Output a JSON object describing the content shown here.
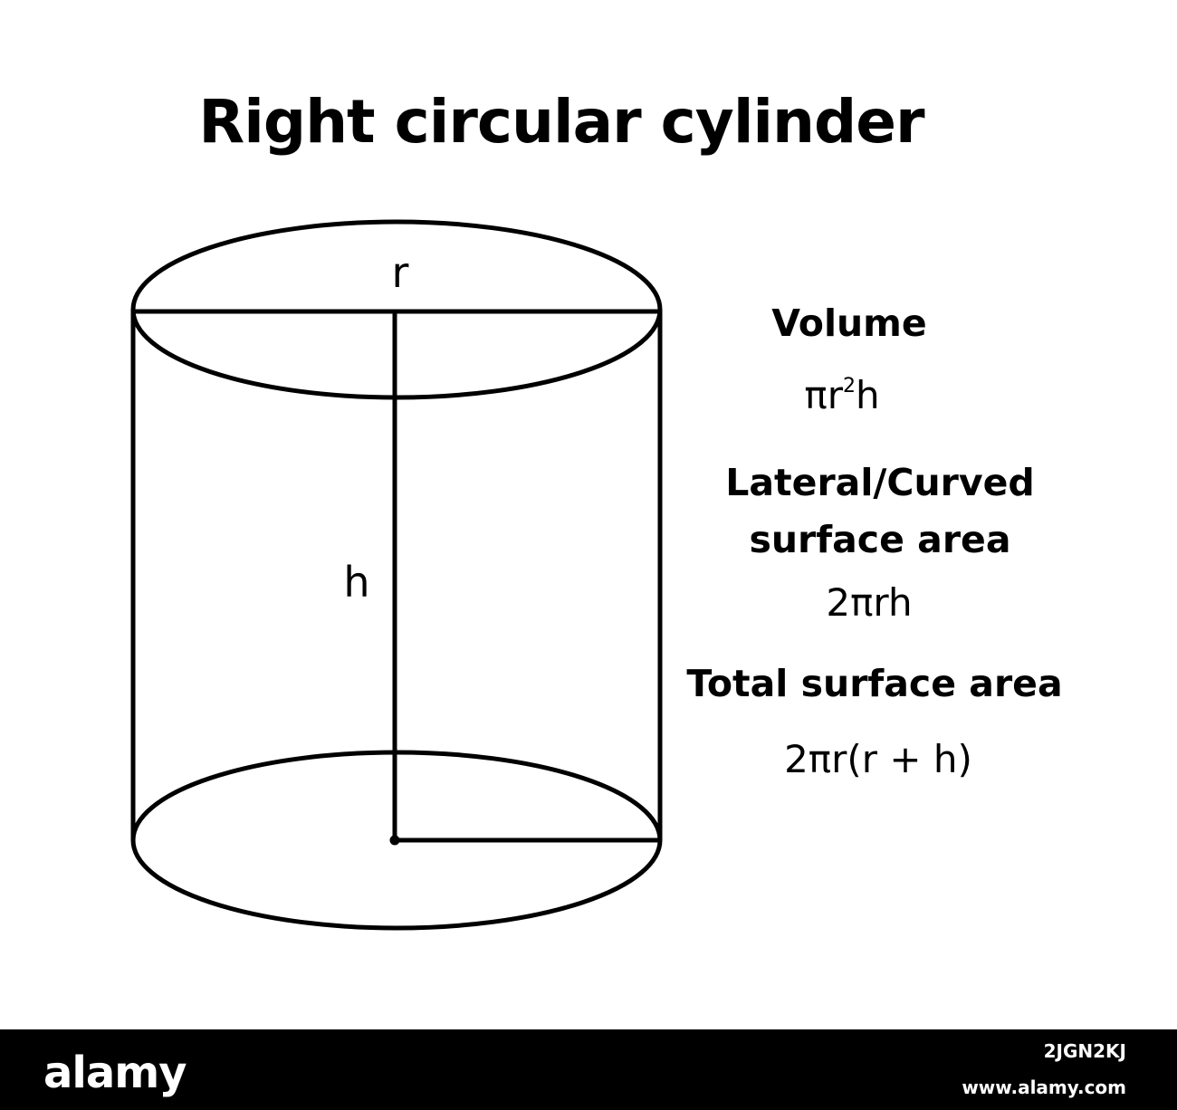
{
  "title": "Right circular cylinder",
  "labels": {
    "radius": "r",
    "height": "h"
  },
  "formulas": [
    {
      "heading": "Volume",
      "expr_main": "πr",
      "expr_sup": "2",
      "expr_tail": "h"
    },
    {
      "heading_line1": "Lateral/Curved",
      "heading_line2": "surface area",
      "expr": "2πrh"
    },
    {
      "heading": "Total surface area",
      "expr": "2πr(r + h)"
    }
  ],
  "footer": {
    "logo": "alamy",
    "stock_id": "2JGN2KJ",
    "site": "www.alamy.com"
  },
  "colors": {
    "stroke": "#000000",
    "background": "#ffffff",
    "footer_bg": "#000000",
    "footer_text": "#ffffff"
  }
}
